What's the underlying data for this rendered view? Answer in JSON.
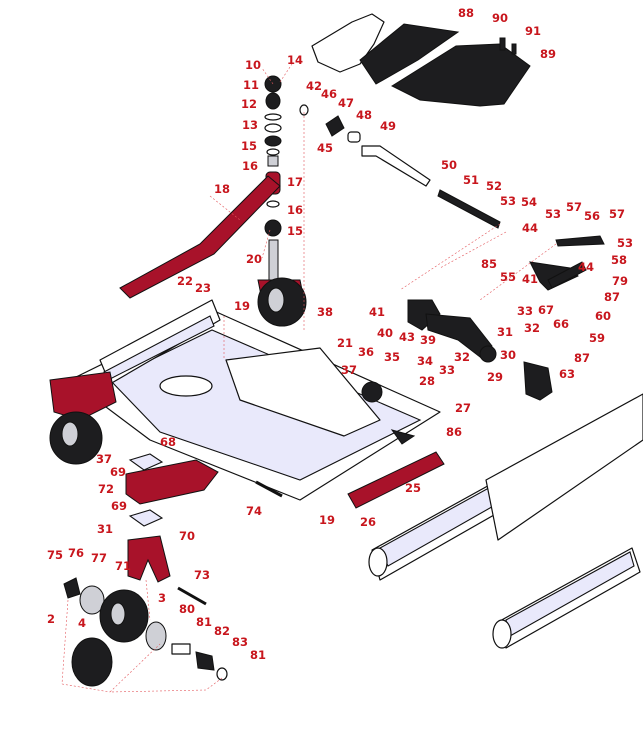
{
  "callouts": [
    {
      "id": "c88",
      "text": "88"
    },
    {
      "id": "c90",
      "text": "90"
    },
    {
      "id": "c91",
      "text": "91"
    },
    {
      "id": "c89",
      "text": "89"
    },
    {
      "id": "c10",
      "text": "10"
    },
    {
      "id": "c14",
      "text": "14"
    },
    {
      "id": "c11",
      "text": "11"
    },
    {
      "id": "c12",
      "text": "12"
    },
    {
      "id": "c13",
      "text": "13"
    },
    {
      "id": "c15a",
      "text": "15"
    },
    {
      "id": "c16a",
      "text": "16"
    },
    {
      "id": "c17",
      "text": "17"
    },
    {
      "id": "c16b",
      "text": "16"
    },
    {
      "id": "c15b",
      "text": "15"
    },
    {
      "id": "c18",
      "text": "18"
    },
    {
      "id": "c20",
      "text": "20"
    },
    {
      "id": "c42",
      "text": "42"
    },
    {
      "id": "c46",
      "text": "46"
    },
    {
      "id": "c47",
      "text": "47"
    },
    {
      "id": "c48",
      "text": "48"
    },
    {
      "id": "c45",
      "text": "45"
    },
    {
      "id": "c49",
      "text": "49"
    },
    {
      "id": "c50",
      "text": "50"
    },
    {
      "id": "c51",
      "text": "51"
    },
    {
      "id": "c52",
      "text": "52"
    },
    {
      "id": "c53a",
      "text": "53"
    },
    {
      "id": "c54",
      "text": "54"
    },
    {
      "id": "c53b",
      "text": "53"
    },
    {
      "id": "c57a",
      "text": "57"
    },
    {
      "id": "c56",
      "text": "56"
    },
    {
      "id": "c57b",
      "text": "57"
    },
    {
      "id": "c44a",
      "text": "44"
    },
    {
      "id": "c53c",
      "text": "53"
    },
    {
      "id": "c58",
      "text": "58"
    },
    {
      "id": "c85",
      "text": "85"
    },
    {
      "id": "c44b",
      "text": "44"
    },
    {
      "id": "c55",
      "text": "55"
    },
    {
      "id": "c41a",
      "text": "41"
    },
    {
      "id": "c79",
      "text": "79"
    },
    {
      "id": "c87a",
      "text": "87"
    },
    {
      "id": "c22",
      "text": "22"
    },
    {
      "id": "c23",
      "text": "23"
    },
    {
      "id": "c19a",
      "text": "19"
    },
    {
      "id": "c38",
      "text": "38"
    },
    {
      "id": "c41b",
      "text": "41"
    },
    {
      "id": "c33a",
      "text": "33"
    },
    {
      "id": "c67",
      "text": "67"
    },
    {
      "id": "c60",
      "text": "60"
    },
    {
      "id": "c66",
      "text": "66"
    },
    {
      "id": "c32a",
      "text": "32"
    },
    {
      "id": "c40",
      "text": "40"
    },
    {
      "id": "c43",
      "text": "43"
    },
    {
      "id": "c39",
      "text": "39"
    },
    {
      "id": "c31a",
      "text": "31"
    },
    {
      "id": "c59",
      "text": "59"
    },
    {
      "id": "c21",
      "text": "21"
    },
    {
      "id": "c36",
      "text": "36"
    },
    {
      "id": "c35",
      "text": "35"
    },
    {
      "id": "c34",
      "text": "34"
    },
    {
      "id": "c32b",
      "text": "32"
    },
    {
      "id": "c30",
      "text": "30"
    },
    {
      "id": "c87b",
      "text": "87"
    },
    {
      "id": "c37a",
      "text": "37"
    },
    {
      "id": "c33b",
      "text": "33"
    },
    {
      "id": "c28",
      "text": "28"
    },
    {
      "id": "c29",
      "text": "29"
    },
    {
      "id": "c63",
      "text": "63"
    },
    {
      "id": "c27",
      "text": "27"
    },
    {
      "id": "c86",
      "text": "86"
    },
    {
      "id": "c68",
      "text": "68"
    },
    {
      "id": "c37b",
      "text": "37"
    },
    {
      "id": "c69a",
      "text": "69"
    },
    {
      "id": "c72",
      "text": "72"
    },
    {
      "id": "c25",
      "text": "25"
    },
    {
      "id": "c69b",
      "text": "69"
    },
    {
      "id": "c74",
      "text": "74"
    },
    {
      "id": "c19b",
      "text": "19"
    },
    {
      "id": "c26",
      "text": "26"
    },
    {
      "id": "c31b",
      "text": "31"
    },
    {
      "id": "c70",
      "text": "70"
    },
    {
      "id": "c75",
      "text": "75"
    },
    {
      "id": "c76",
      "text": "76"
    },
    {
      "id": "c77",
      "text": "77"
    },
    {
      "id": "c71",
      "text": "71"
    },
    {
      "id": "c73",
      "text": "73"
    },
    {
      "id": "c3",
      "text": "3"
    },
    {
      "id": "c2",
      "text": "2"
    },
    {
      "id": "c4",
      "text": "4"
    },
    {
      "id": "c80",
      "text": "80"
    },
    {
      "id": "c81a",
      "text": "81"
    },
    {
      "id": "c82",
      "text": "82"
    },
    {
      "id": "c83",
      "text": "83"
    },
    {
      "id": "c81b",
      "text": "81"
    }
  ]
}
